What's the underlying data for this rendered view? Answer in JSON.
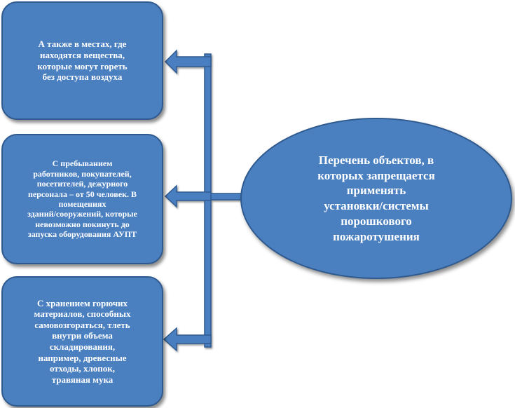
{
  "diagram": {
    "center": {
      "text": "Перечень объектов, в\nкоторых запрещается\nприменять\nустановки/системы\nпорошкового\nпожаротушения"
    },
    "boxes": [
      {
        "text": "А также в местах, где\nнаходятся вещества,\nкоторые могут гореть\nбез доступа воздуха"
      },
      {
        "text": "С пребыванием\nработников, покупателей,\nпосетителей, дежурного\nперсонала – от 50 человек. В\nпомещениях\nзданий/сооружений, которые\nневозможно покинуть до\nзапуска оборудования АУПТ"
      },
      {
        "text": "С хранением горючих\nматериалов, способных\nсамовозгораться, тлеть\nвнутри объема\nскладирования,\nнапример, древесные\nотходы, хлопок,\nтравяная мука"
      }
    ],
    "colors": {
      "shape_fill": "#4a7fc0",
      "shape_border": "#2f5a8f",
      "text": "#ffffff",
      "connector_fill": "#4a7fc0"
    }
  }
}
